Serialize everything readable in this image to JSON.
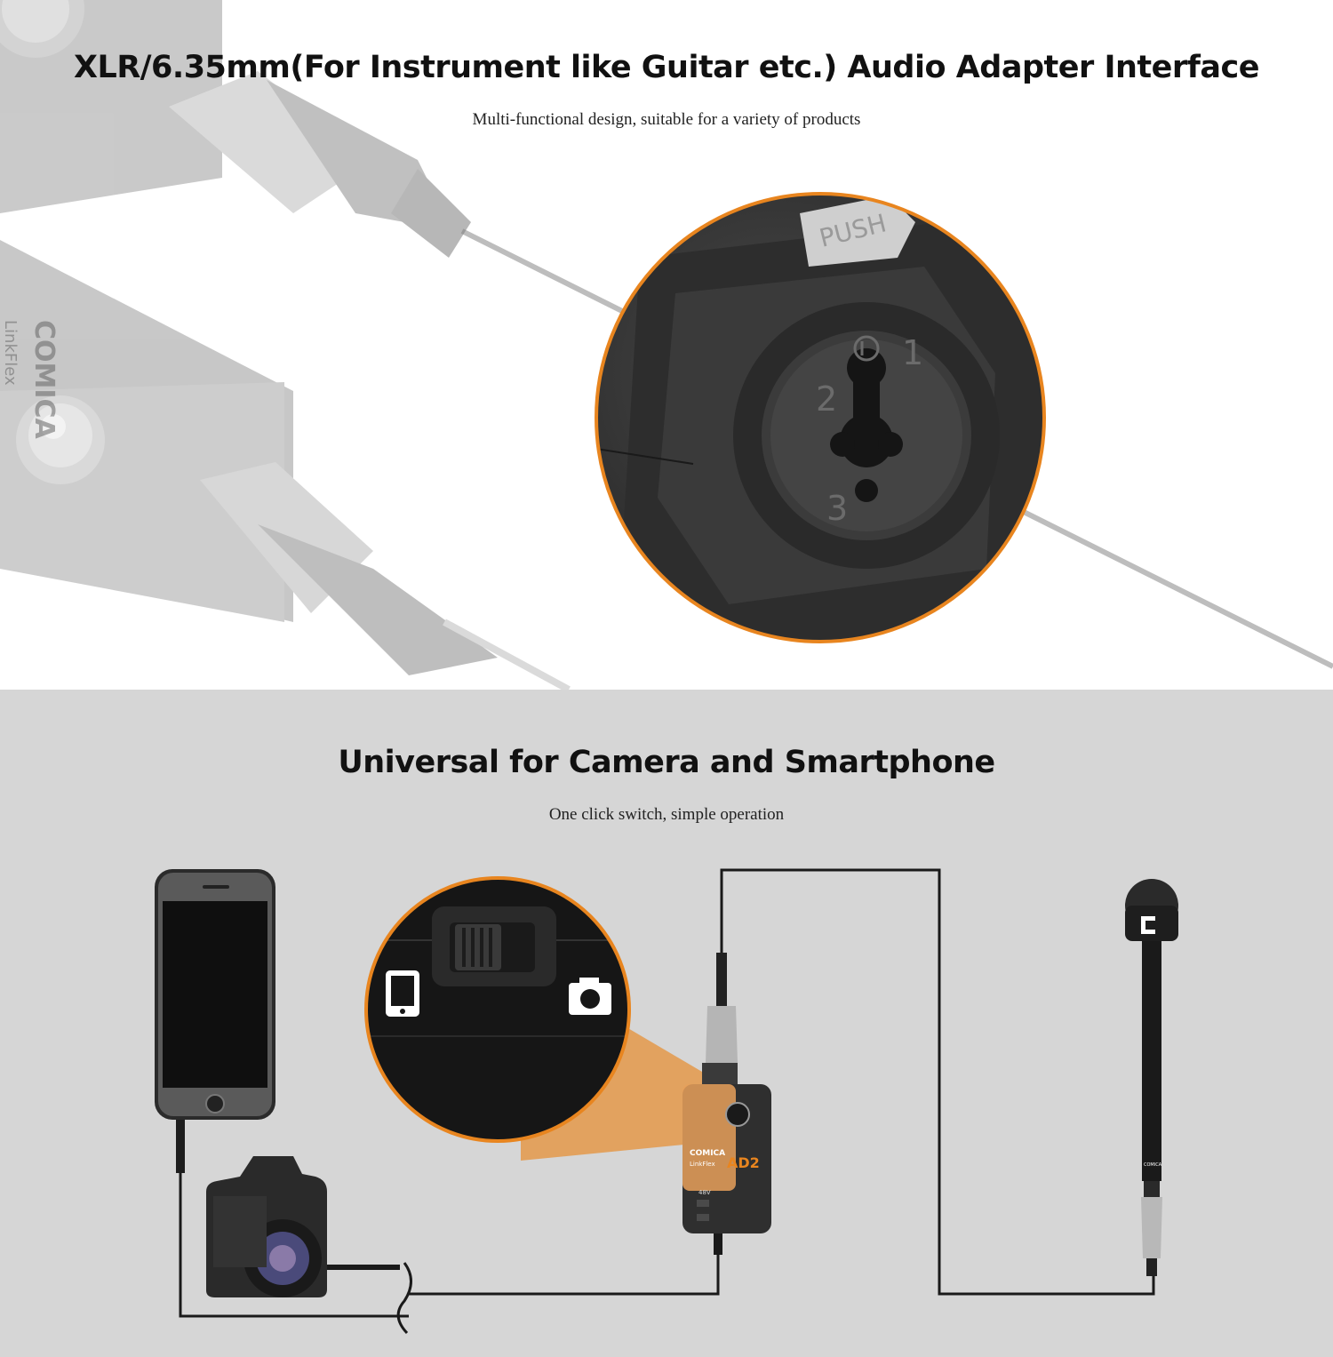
{
  "section_top": {
    "title": "XLR/6.35mm(For Instrument like Guitar etc.) Audio Adapter Interface",
    "subtitle": "Multi-functional design, suitable for a variety of products",
    "device_brand": "COMICA",
    "device_model": "LinkFlex",
    "jack_push_label": "PUSH",
    "pin_labels": [
      "1",
      "2",
      "3"
    ],
    "accent_color": "#e8851f"
  },
  "section_bottom": {
    "title": "Universal for Camera and Smartphone",
    "subtitle": "One click switch, simple operation",
    "adapter_brand": "COMICA",
    "adapter_series": "LinkFlex",
    "adapter_model": "AD2",
    "adapter_phantom_label": "48V",
    "mic_brand": "COMICA",
    "switch_icons": [
      "smartphone-icon",
      "camera-icon"
    ],
    "accent_color": "#e8851f",
    "background_color": "#d6d6d6"
  }
}
